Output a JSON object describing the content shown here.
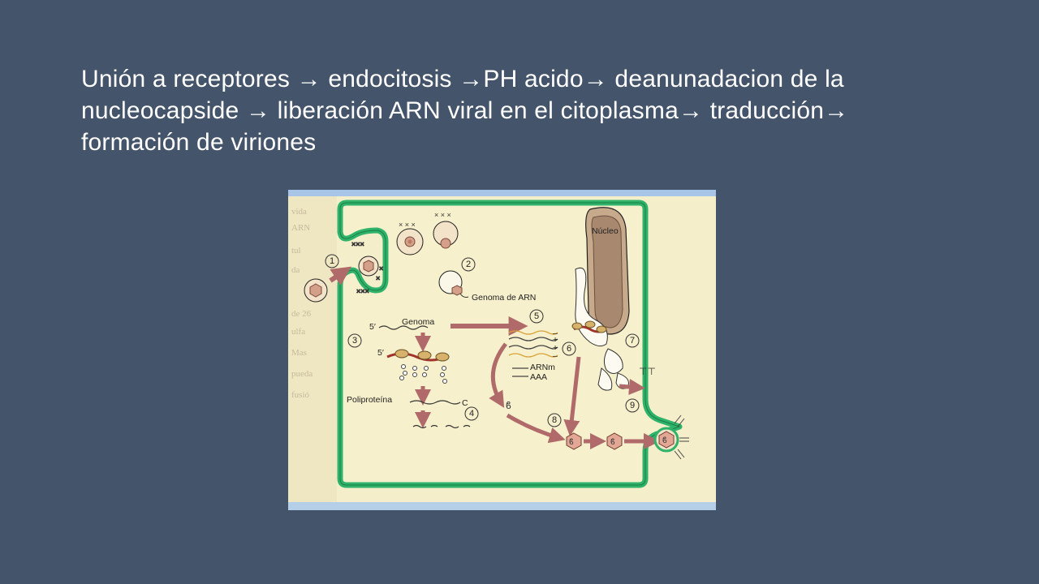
{
  "slide": {
    "text": "Unión a receptores → endocitosis →PH acido→ deanunadacion de la nucleocapside → liberación ARN viral en el citoplasma→ traducción→ formación de viriones"
  },
  "figure": {
    "labels": {
      "nucleus": "Núcleo",
      "rna_genome": "Genoma de ARN",
      "genome": "Genoma",
      "five_prime_top": "5′",
      "five_prime_bottom": "5′",
      "polyprotein": "Poliproteína",
      "c_terminal": "C",
      "minus_1": "–",
      "plus_1": "+",
      "plus_2": "+",
      "minus_2": "–",
      "mrna": "ARNm",
      "aaa": "AAA"
    },
    "steps": [
      "1",
      "2",
      "3",
      "4",
      "5",
      "6",
      "7",
      "8",
      "9"
    ],
    "colors": {
      "membrane": "#2fb36a",
      "arrow": "#b06a6a",
      "cytoplasm": "#f7f0cc",
      "nucleus_fill": "#a8886e"
    }
  }
}
